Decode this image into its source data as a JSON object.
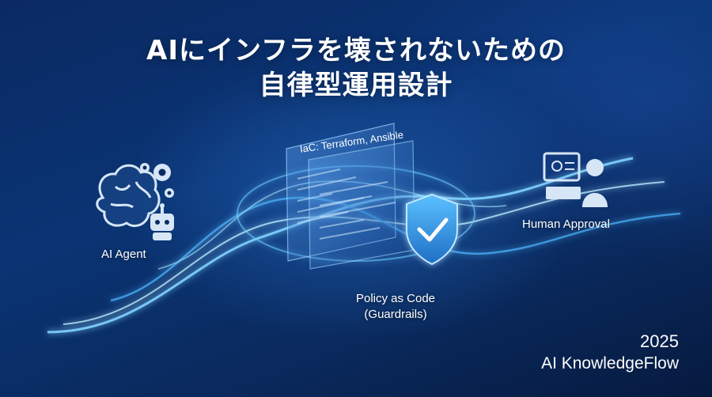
{
  "title": {
    "line1": "AIにインフラを壊されないための",
    "line2": "自律型運用設計"
  },
  "nodes": {
    "agent_label": "AI Agent",
    "human_label": "Human Approval",
    "policy_label_line1": "Policy as Code",
    "policy_label_line2": "(Guardrails)",
    "iac_label": "IaC: Terraform, Ansible"
  },
  "footer": {
    "year": "2025",
    "brand": "AI KnowledgeFlow"
  },
  "icons": {
    "agent": [
      "brain-icon",
      "gear-icon",
      "robot-icon"
    ],
    "policy": "shield-check-icon",
    "human": "person-at-computer-icon"
  },
  "colors": {
    "background": "#0a3474",
    "flow_glow": "#7fd3ff",
    "shield": "#3aa0e8",
    "icon": "#d6e6f7"
  }
}
